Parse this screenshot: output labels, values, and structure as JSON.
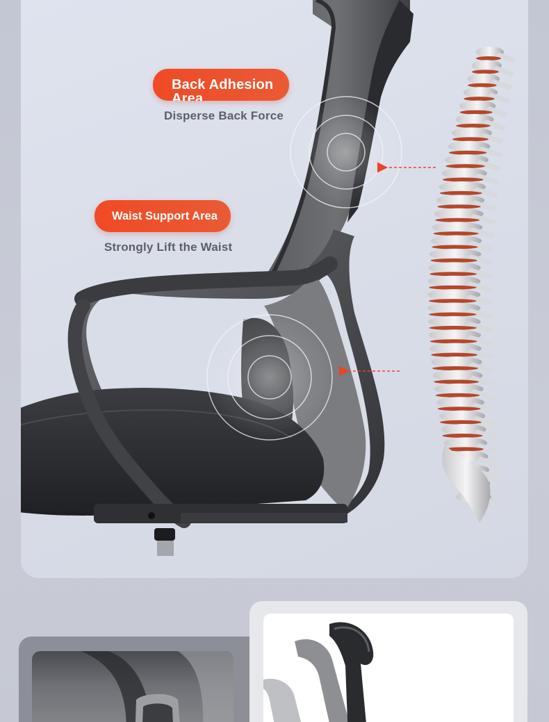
{
  "hero": {
    "back_area": {
      "label": "Back Adhesion Area",
      "caption": "Disperse Back Force"
    },
    "waist_area": {
      "label": "Waist Support Area",
      "caption": "Strongly Lift the Waist"
    }
  },
  "colors": {
    "accent": "#ef4a26",
    "panel": "#dce0eb",
    "page": "#c6c9d4",
    "caption": "#5c5f66",
    "arrow": "#e8452a",
    "vertebra_disc": "#b5472a"
  },
  "thumbnails": [
    {
      "name": "armrest-closeup"
    },
    {
      "name": "headrest-adjust"
    }
  ]
}
